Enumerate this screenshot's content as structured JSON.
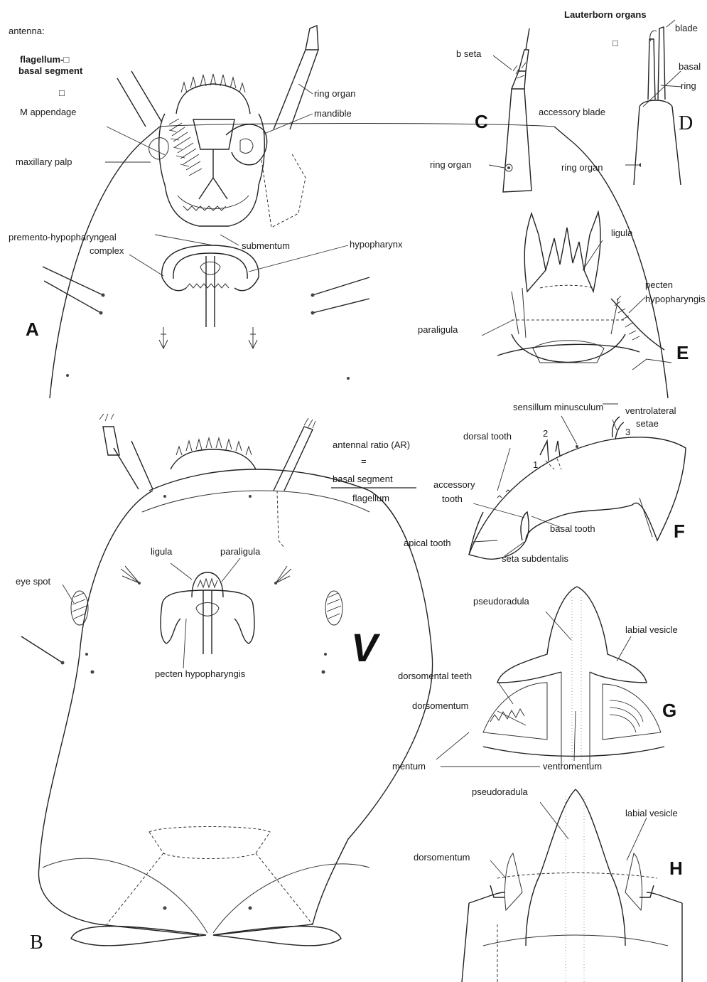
{
  "panels": {
    "A": "A",
    "B": "B",
    "C": "C",
    "D": "D",
    "E": "E",
    "F": "F",
    "G": "G",
    "H": "H",
    "V": "V"
  },
  "labels": {
    "antenna": "antenna:",
    "flagellum": "flagellum-□",
    "basal_segment": "basal segment",
    "square": "□",
    "m_appendage": "M appendage",
    "maxillary_palp": "maxillary palp",
    "ring_organ": "ring organ",
    "mandible": "mandible",
    "premento_hypopharyngeal": "premento-hypopharyngeal",
    "complex": "complex",
    "submentum": "submentum",
    "hypopharynx": "hypopharynx",
    "b_seta": "b seta",
    "ring_organ_c": "ring organ",
    "lauterborn_organs": "Lauterborn organs",
    "blade": "blade",
    "basal": "basal",
    "ring": "ring",
    "accessory_blade": "accessory  blade",
    "ring_organ_d": "ring  organ",
    "ligula_e": "ligula",
    "paraligula_e": "paraligula",
    "pecten": "pecten",
    "hypopharyngis": "hypopharyngis",
    "antennal_ratio": "antennal ratio  (AR)",
    "equals": "=",
    "frac_basal": "basal segment",
    "frac_flagellum": "flagellum",
    "sensillum": "sensillum  minusculum",
    "ventrolateral": "ventrolateral",
    "setae": "setae",
    "dorsal_tooth": "dorsal tooth",
    "n1": "1",
    "n2": "2",
    "n3": "3",
    "accessory": "accessory",
    "tooth": "tooth",
    "basal_tooth": "basal tooth",
    "apical_tooth": "apical tooth",
    "seta_subdentalis": "seta  subdentalis",
    "eye_spot": "eye spot",
    "ligula_b": "ligula",
    "paraligula_b": "paraligula",
    "pecten_hypopharyngis": "pecten hypopharyngis",
    "pseudoradula_g": "pseudoradula",
    "labial_vesicle_g": "labial vesicle",
    "dorsomental_teeth": "dorsomental teeth",
    "dorsomentum_g": "dorsomentum",
    "mentum": "mentum",
    "ventromentum": "ventromentum",
    "pseudoradula_h": "pseudoradula",
    "labial_vesicle_h": "labial vesicle",
    "dorsomentum_h": "dorsomentum"
  }
}
